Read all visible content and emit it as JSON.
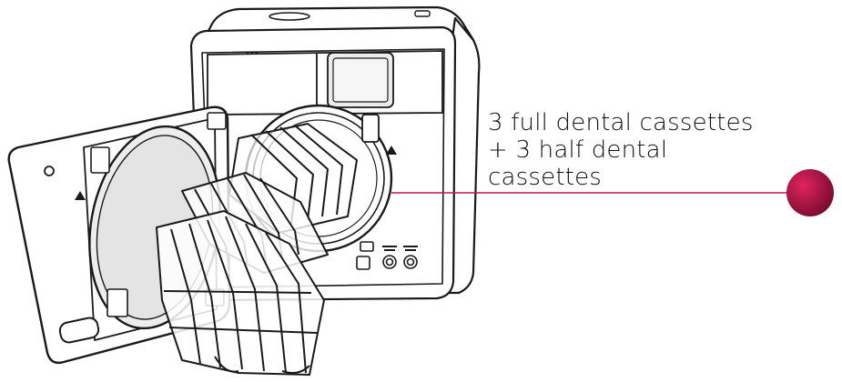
{
  "callout": {
    "lines": [
      "3 full dental cassettes",
      "+ 3 half dental",
      "cassettes"
    ],
    "accent_color": "#c0144f",
    "gradient_to": "#6e0a2a"
  },
  "illustration": {
    "subject": "autoclave-sterilizer-open-door-with-cassette-rack"
  }
}
